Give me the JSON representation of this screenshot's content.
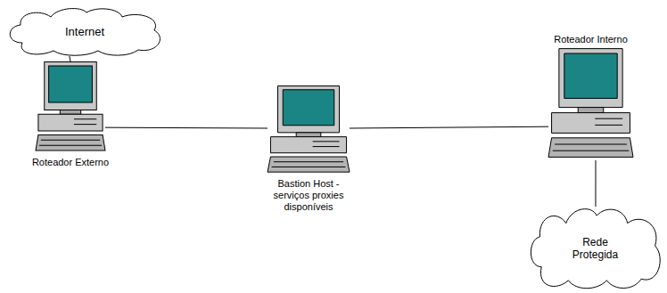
{
  "diagram": {
    "nodes": [
      {
        "text": [
          "Internet"
        ]
      },
      {
        "text": [
          "Roteador Externo"
        ]
      },
      {
        "text": [
          "Bastion Host - serviços proxies disponíveis"
        ]
      },
      {
        "text": [
          "Roteador Interno"
        ]
      },
      {
        "text": [
          "Rede Protegida"
        ]
      }
    ],
    "edges": [
      {
        "from": 0,
        "to": 1,
        "arrow": "none"
      },
      {
        "from": 1,
        "to": 2,
        "arrow": "none"
      },
      {
        "from": 2,
        "to": 3,
        "arrow": "none"
      },
      {
        "from": 3,
        "to": 4,
        "arrow": "none"
      }
    ]
  }
}
